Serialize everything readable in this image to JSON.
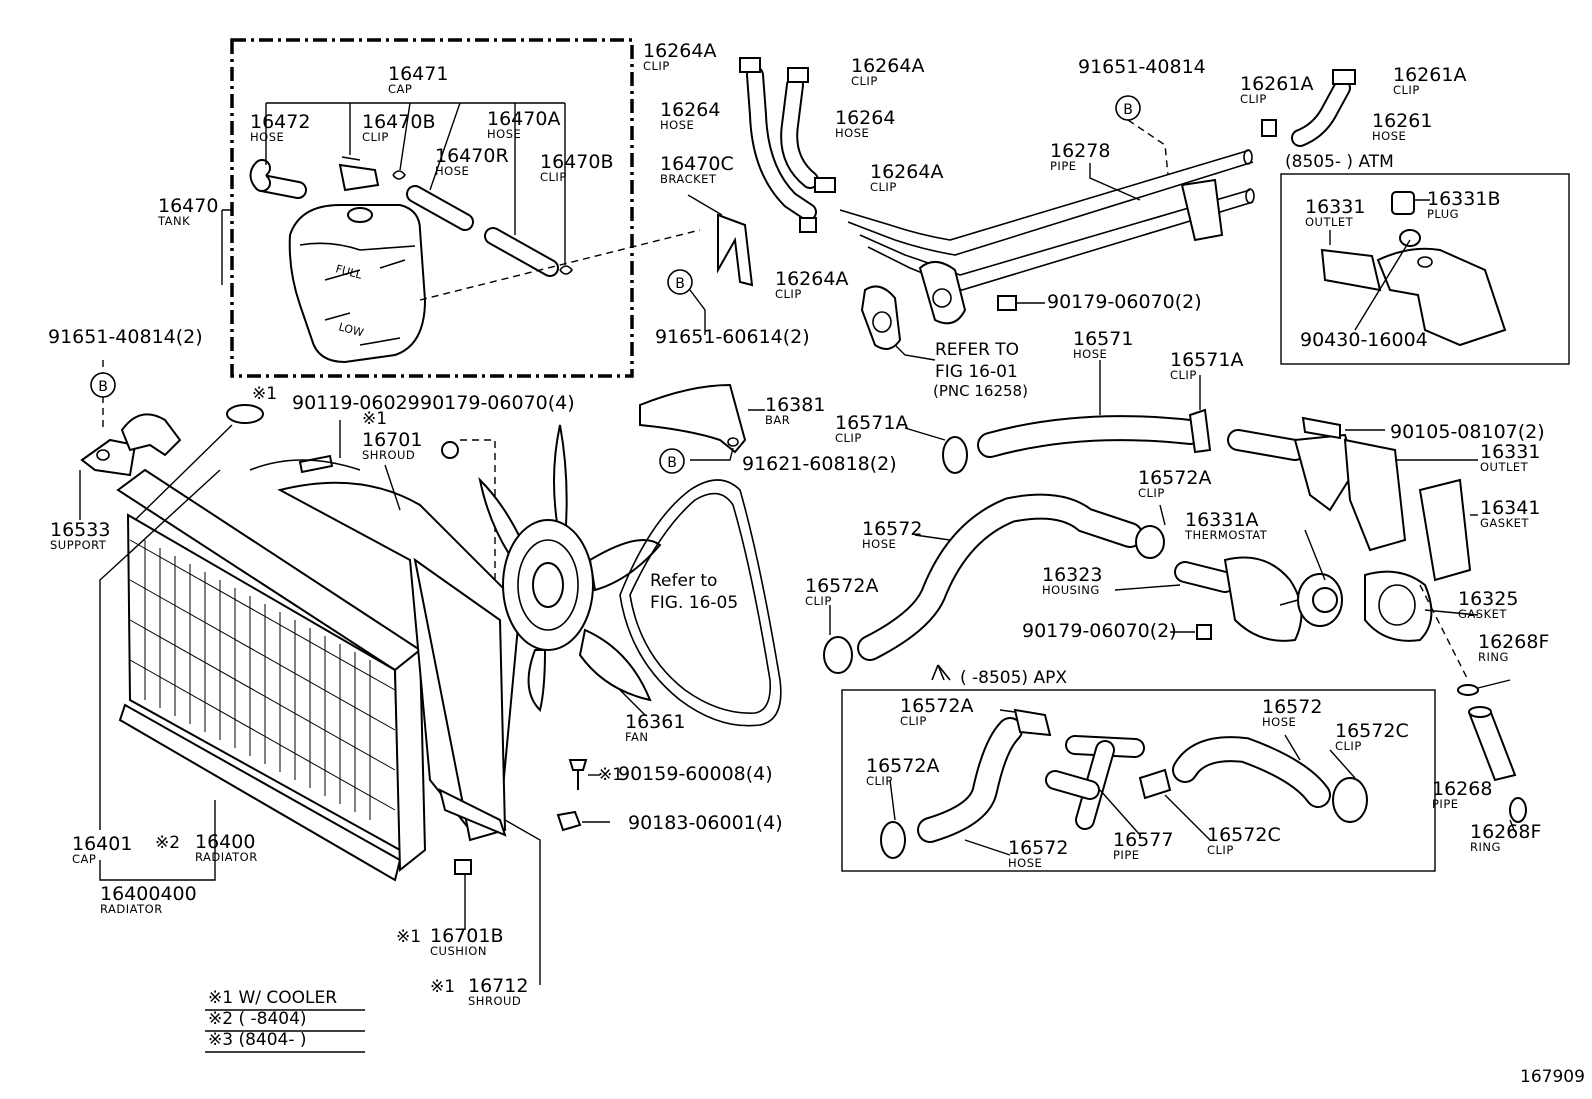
{
  "diagram": {
    "labels": [
      {
        "id": "16471",
        "pn": "16471",
        "name": "CAP"
      },
      {
        "id": "16472",
        "pn": "16472",
        "name": "HOSE"
      },
      {
        "id": "16470B-1",
        "pn": "16470B",
        "name": "CLIP"
      },
      {
        "id": "16470A",
        "pn": "16470A",
        "name": "HOSE"
      },
      {
        "id": "16470R",
        "pn": "16470R",
        "name": "HOSE"
      },
      {
        "id": "16470B-2",
        "pn": "16470B",
        "name": "CLIP"
      },
      {
        "id": "16470",
        "pn": "16470",
        "name": "TANK"
      },
      {
        "id": "16264A-1",
        "pn": "16264A",
        "name": "CLIP"
      },
      {
        "id": "16264A-2",
        "pn": "16264A",
        "name": "CLIP"
      },
      {
        "id": "16264-1",
        "pn": "16264",
        "name": "HOSE"
      },
      {
        "id": "16264-2",
        "pn": "16264",
        "name": "HOSE"
      },
      {
        "id": "16264A-3",
        "pn": "16264A",
        "name": "CLIP"
      },
      {
        "id": "16470C",
        "pn": "16470C",
        "name": "BRACKET"
      },
      {
        "id": "16264A-4",
        "pn": "16264A",
        "name": "CLIP"
      },
      {
        "id": "91651-60614",
        "pn": "91651-60614(2)",
        "name": ""
      },
      {
        "id": "91651-40814-top",
        "pn": "91651-40814",
        "name": ""
      },
      {
        "id": "16278",
        "pn": "16278",
        "name": "PIPE"
      },
      {
        "id": "16261A-1",
        "pn": "16261A",
        "name": "CLIP"
      },
      {
        "id": "16261A-2",
        "pn": "16261A",
        "name": "CLIP"
      },
      {
        "id": "16261",
        "pn": "16261",
        "name": "HOSE"
      },
      {
        "id": "16331-atm",
        "pn": "16331",
        "name": "OUTLET"
      },
      {
        "id": "16331B",
        "pn": "16331B",
        "name": "PLUG"
      },
      {
        "id": "90430-16004",
        "pn": "90430-16004",
        "name": ""
      },
      {
        "id": "90179-06070-2a",
        "pn": "90179-06070(2)",
        "name": ""
      },
      {
        "id": "91651-40814-2",
        "pn": "91651-40814(2)",
        "name": ""
      },
      {
        "id": "16533",
        "pn": "16533",
        "name": "SUPPORT"
      },
      {
        "id": "90119-06029",
        "pn": "90119-06029",
        "name": ""
      },
      {
        "id": "90179-06070-4",
        "pn": "90179-06070(4)",
        "name": ""
      },
      {
        "id": "16701",
        "pn": "16701",
        "name": "SHROUD"
      },
      {
        "id": "16381",
        "pn": "16381",
        "name": "BAR"
      },
      {
        "id": "91621-60818",
        "pn": "91621-60818(2)",
        "name": ""
      },
      {
        "id": "16571",
        "pn": "16571",
        "name": "HOSE"
      },
      {
        "id": "16571A-1",
        "pn": "16571A",
        "name": "CLIP"
      },
      {
        "id": "16571A-2",
        "pn": "16571A",
        "name": "CLIP"
      },
      {
        "id": "90105-08107",
        "pn": "90105-08107(2)",
        "name": ""
      },
      {
        "id": "16331",
        "pn": "16331",
        "name": "OUTLET"
      },
      {
        "id": "16341",
        "pn": "16341",
        "name": "GASKET"
      },
      {
        "id": "16572A-1",
        "pn": "16572A",
        "name": "CLIP"
      },
      {
        "id": "16331A",
        "pn": "16331A",
        "name": "THERMOSTAT"
      },
      {
        "id": "16572-main",
        "pn": "16572",
        "name": "HOSE"
      },
      {
        "id": "16323",
        "pn": "16323",
        "name": "HOUSING"
      },
      {
        "id": "16572A-2",
        "pn": "16572A",
        "name": "CLIP"
      },
      {
        "id": "90179-06070-2b",
        "pn": "90179-06070(2)",
        "name": ""
      },
      {
        "id": "16325",
        "pn": "16325",
        "name": "GASKET"
      },
      {
        "id": "16268F-1",
        "pn": "16268F",
        "name": "RING"
      },
      {
        "id": "16268",
        "pn": "16268",
        "name": "PIPE"
      },
      {
        "id": "16268F-2",
        "pn": "16268F",
        "name": "RING"
      },
      {
        "id": "16361",
        "pn": "16361",
        "name": "FAN"
      },
      {
        "id": "16401",
        "pn": "16401",
        "name": "CAP"
      },
      {
        "id": "16400",
        "pn": "16400",
        "name": "RADIATOR"
      },
      {
        "id": "16400400",
        "pn": "16400400",
        "name": "RADIATOR"
      },
      {
        "id": "16701B",
        "pn": "16701B",
        "name": "CUSHION"
      },
      {
        "id": "16712",
        "pn": "16712",
        "name": "SHROUD"
      },
      {
        "id": "90159-60008",
        "pn": "90159-60008(4)",
        "name": ""
      },
      {
        "id": "90183-06001",
        "pn": "90183-06001(4)",
        "name": ""
      },
      {
        "id": "16572A-apx1",
        "pn": "16572A",
        "name": "CLIP"
      },
      {
        "id": "16572A-apx2",
        "pn": "16572A",
        "name": "CLIP"
      },
      {
        "id": "16572-apx1",
        "pn": "16572",
        "name": "HOSE"
      },
      {
        "id": "16572-apx2",
        "pn": "16572",
        "name": "HOSE"
      },
      {
        "id": "16572C-1",
        "pn": "16572C",
        "name": "CLIP"
      },
      {
        "id": "16572C-2",
        "pn": "16572C",
        "name": "CLIP"
      },
      {
        "id": "16577",
        "pn": "16577",
        "name": "PIPE"
      }
    ],
    "refer_16_01": [
      "REFER TO",
      "FIG 16-01",
      "(PNC 16258)"
    ],
    "refer_16_05": [
      "Refer to",
      "FIG. 16-05"
    ],
    "atm_label": "(8505-       ) ATM",
    "apx_label": "(       -8505) APX",
    "mark_1a": "※1",
    "mark_1b": "※1",
    "mark_2": "※2",
    "mark_90159": "※1",
    "mark_16701B": "※1",
    "mark_16712": "※1",
    "legend": [
      "※1 W/ COOLER",
      "※2 (       -8404)",
      "※3 (8404-       )"
    ],
    "b_marker": "B",
    "figure_number": "167909"
  }
}
